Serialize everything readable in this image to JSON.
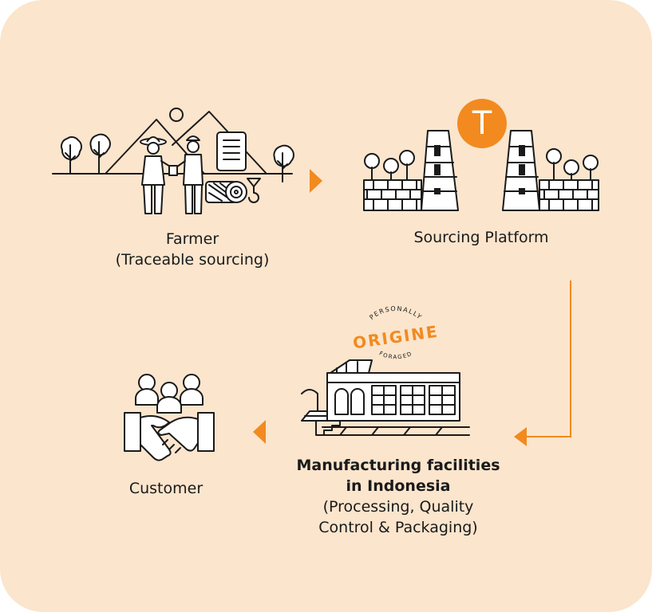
{
  "steps": {
    "farmer": {
      "line1": "Farmer",
      "line2": "(Traceable sourcing)"
    },
    "platform": {
      "line1": "Sourcing Platform",
      "badge": "T"
    },
    "manufacturing": {
      "line1": "Manufacturing facilities",
      "line2": "in Indonesia",
      "line3": "(Processing, Quality",
      "line4": "Control & Packaging)"
    },
    "customer": {
      "line1": "Customer"
    }
  },
  "logo": {
    "top": "PERSONALLY",
    "brand": "ORIGINE",
    "bottom": "FORAGED"
  },
  "colors": {
    "background": "#fbe5cd",
    "accent": "#f28a1f",
    "ink": "#1a1a1a"
  },
  "icons": [
    "farmer-icon",
    "sourcing-platform-icon",
    "factory-icon",
    "customer-handshake-icon"
  ]
}
